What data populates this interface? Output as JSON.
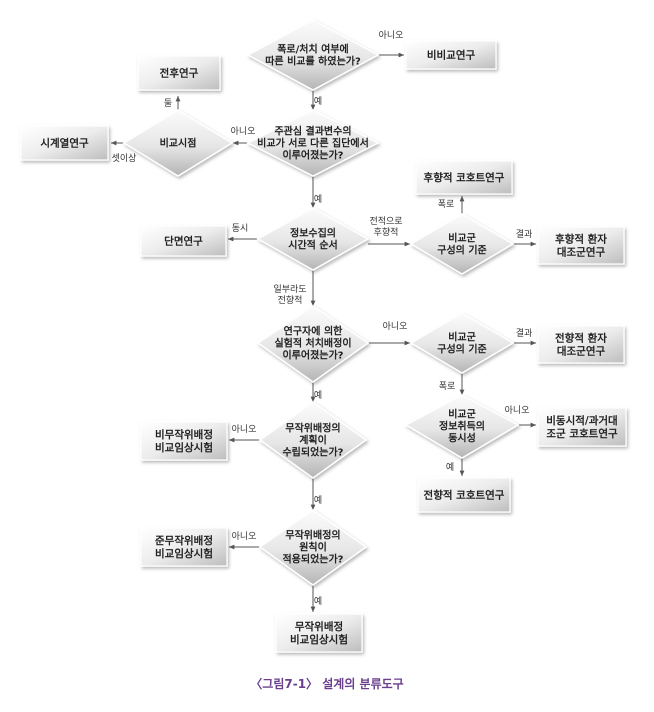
{
  "nodes": {
    "d1": [
      "폭로/처치 여부에",
      "따른 비교를 하였는가?"
    ],
    "noncomp": [
      "비비교연구"
    ],
    "d2": [
      "주관심 결과변수의",
      "비교가 서로 다른 집단에서",
      "이루어졌는가?"
    ],
    "d_comp": [
      "비교시점"
    ],
    "prepost": [
      "전후연구"
    ],
    "timeseries": [
      "시계열연구"
    ],
    "d3": [
      "정보수집의",
      "시간적 순서"
    ],
    "cross": [
      "단면연구"
    ],
    "d_ctrl1": [
      "비교군",
      "구성의 기준"
    ],
    "retro_cohort": [
      "후향적 코호트연구"
    ],
    "retro_cc": [
      "후향적 환자",
      "대조군연구"
    ],
    "d4": [
      "연구자에 의한",
      "실험적 처치배정이",
      "이루어졌는가?"
    ],
    "d_ctrl2": [
      "비교군",
      "구성의 기준"
    ],
    "pro_cc": [
      "전향적 환자",
      "대조군연구"
    ],
    "d_same": [
      "비교군",
      "정보취득의",
      "동시성"
    ],
    "nonconc": [
      "비동시적/과거대",
      "조군 코호트연구"
    ],
    "pro_cohort": [
      "전향적 코호트연구"
    ],
    "d5": [
      "무작위배정의",
      "계획이",
      "수립되었는가?"
    ],
    "nonrand": [
      "비무작위배정",
      "비교임상시험"
    ],
    "d6": [
      "무작위배정의",
      "원칙이",
      "적용되었는가?"
    ],
    "quasi": [
      "준무작위배정",
      "비교임상시험"
    ],
    "rct": [
      "무작위배정",
      "비교임상시험"
    ]
  },
  "edge_labels": {
    "d1_no": "아니오",
    "d1_yes": "예",
    "d2_no": "아니오",
    "d2_yes": "예",
    "comp_two": "둘",
    "comp_three": "셋이상",
    "d3_same": "동시",
    "d3_retro": [
      "전적으로",
      "후향적"
    ],
    "d3_partly": [
      "일부라도",
      "전향적"
    ],
    "ctrl1_exp": "폭로",
    "ctrl1_out": "결과",
    "d4_no": "아니오",
    "d4_yes": "예",
    "ctrl2_out": "결과",
    "ctrl2_exp": "폭로",
    "same_no": "아니오",
    "same_yes": "예",
    "d5_no": "아니오",
    "d5_yes": "예",
    "d6_no": "아니오",
    "d6_yes": "예"
  },
  "caption": "〈그림7-1〉 설계의 분류도구",
  "colors": {
    "diamond_light": "#f4f4f4",
    "diamond_dark": "#b8b8b8",
    "box_light": "#fafafa",
    "box_dark": "#c2c2c2",
    "line": "#555555",
    "caption": "#6a3f8c"
  }
}
